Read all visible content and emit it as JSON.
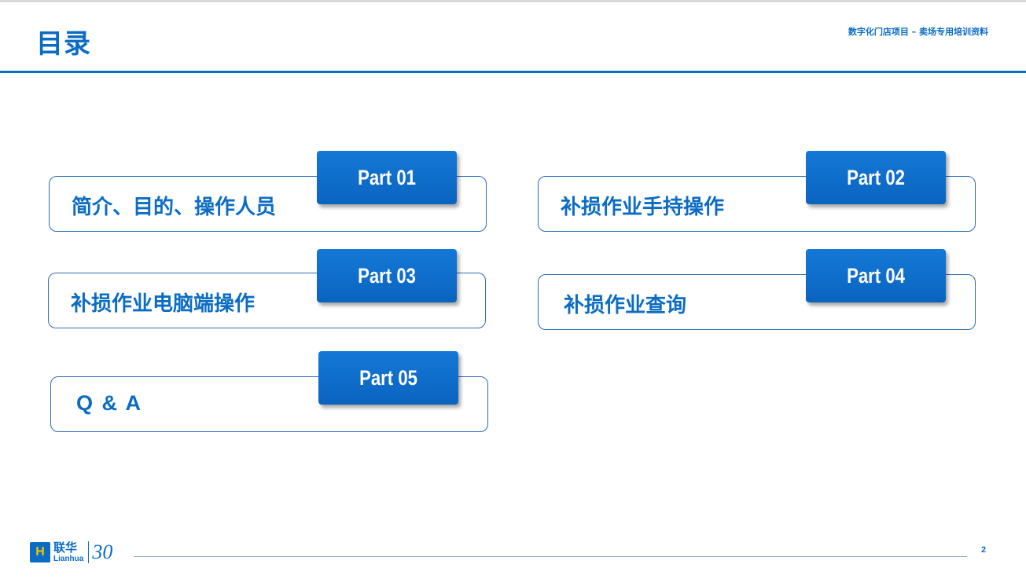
{
  "header": {
    "title": "目录",
    "subtitle": "数字化门店项目 – 卖场专用培训资料"
  },
  "toc": [
    {
      "part": "Part 01",
      "label": "简介、目的、操作人员"
    },
    {
      "part": "Part 02",
      "label": "补损作业手持操作"
    },
    {
      "part": "Part 03",
      "label": "补损作业电脑端操作"
    },
    {
      "part": "Part 04",
      "label": "补损作业查询"
    },
    {
      "part": "Part 05",
      "label": "Q & A"
    }
  ],
  "footer": {
    "logo_cn": "联华",
    "logo_en": "Lianhua",
    "logo_30": "30",
    "page_number": "2"
  },
  "colors": {
    "accent": "#0b6cc4",
    "box_border": "#2f6db8"
  }
}
